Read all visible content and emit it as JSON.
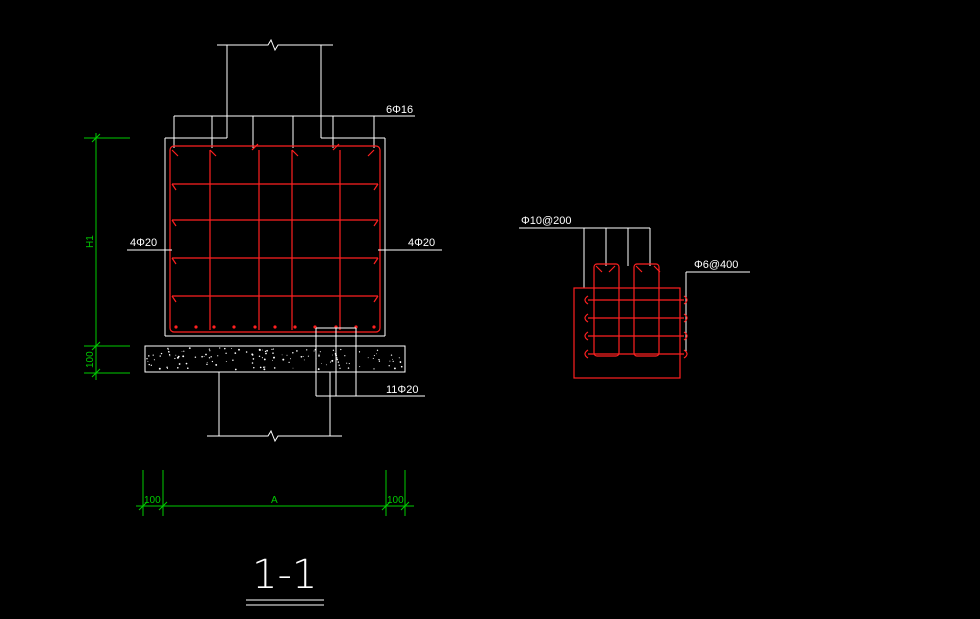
{
  "colors": {
    "background": "#000000",
    "outline": "#ffffff",
    "rebar": "#ff2020",
    "dimension": "#00cc00",
    "text": "#ffffff"
  },
  "labels": {
    "top_bars": "6Φ16",
    "left_side_bars": "4Φ20",
    "right_side_bars": "4Φ20",
    "bottom_bars": "11Φ20",
    "dim_height": "H1",
    "dim_base": "100",
    "dim_left": "100",
    "dim_width": "A",
    "dim_right": "100",
    "stirrup_spacing": "Φ10@200",
    "tie_spacing": "Φ6@400",
    "section_title": "1-1"
  }
}
